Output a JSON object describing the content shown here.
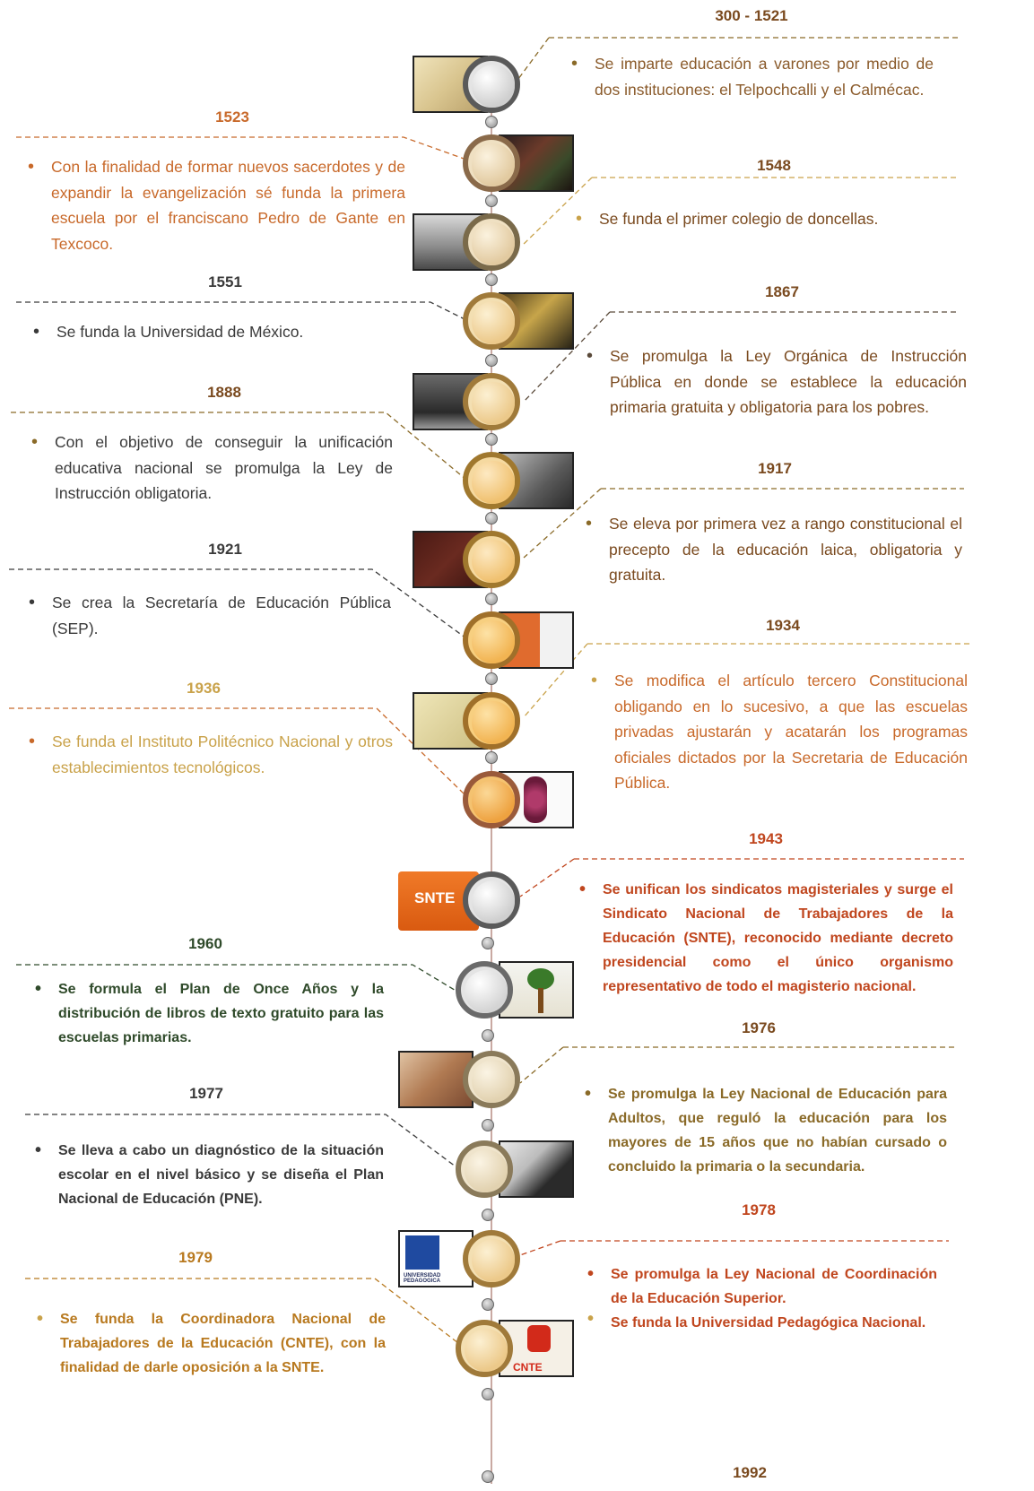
{
  "colors": {
    "brown": "#7a4a1f",
    "orange": "#c8692a",
    "dark": "#3a3a3a",
    "gold": "#c9a24a",
    "olive": "#8a6a28",
    "green": "#2f4a2a",
    "red_orange": "#c0461e",
    "amber": "#b8791f"
  },
  "timeline": [
    {
      "year": "300 - 1521",
      "text": "Se imparte educación a varones por medio de dos instituciones: el Telpochcalli y el Calmécac.",
      "color": "#7a4a1f",
      "image": "codex-illustration"
    },
    {
      "year": "1523",
      "text": "Con la finalidad de formar nuevos sacerdotes y de expandir la evangelización sé funda la primera escuela por el franciscano Pedro de Gante en Texcoco.",
      "color": "#c8692a",
      "image": "friar-painting"
    },
    {
      "year": "1548",
      "text": "Se funda el primer colegio de doncellas.",
      "color": "#7a4a1f",
      "image": "colonial-building-photo"
    },
    {
      "year": "1551",
      "text": "Se funda la Universidad de México.",
      "color": "#3a3a3a",
      "image": "university-building-photo"
    },
    {
      "year": "1867",
      "text": "Se promulga la Ley Orgánica de Instrucción Pública en donde se establece la educación primaria gratuita y obligatoria para los pobres.",
      "color": "#7a4a1f",
      "image": "class-group-photo"
    },
    {
      "year": "1888",
      "text": "Con el objetivo de conseguir la unificación educativa nacional se promulga la Ley de Instrucción obligatoria.",
      "color": "#3a3a3a",
      "image": "classroom-photo"
    },
    {
      "year": "1917",
      "text": "Se eleva por primera vez a rango constitucional el precepto de la educación laica, obligatoria y gratuita.",
      "color": "#7a4a1f",
      "image": "constitution-book"
    },
    {
      "year": "1921",
      "text": "Se crea la Secretaría de Educación Pública (SEP).",
      "color": "#3a3a3a",
      "image": "sep-logo"
    },
    {
      "year": "1934",
      "text": "Se modifica el artículo tercero Constitucional obligando en lo sucesivo, a que las escuelas privadas ajustarán y acatarán los programas oficiales dictados por la Secretaria de Educación Pública.",
      "color": "#c8692a",
      "image": "parchment-document"
    },
    {
      "year": "1936",
      "text": "Se funda el Instituto Politécnico Nacional y otros establecimientos tecnológicos.",
      "color": "#c9a24a",
      "image": "ipn-logo"
    },
    {
      "year": "1943",
      "text": "Se unifican los sindicatos magisteriales y surge el Sindicato Nacional de Trabajadores de la Educación (SNTE), reconocido mediante decreto presidencial como el único organismo representativo de todo el magisterio nacional.",
      "color": "#c0461e",
      "image": "snte-logo",
      "logo_text": "SNTE"
    },
    {
      "year": "1960",
      "text": "Se formula el Plan de Once Años y la distribución de libros de texto gratuito para las escuelas primarias.",
      "color": "#2f4a2a",
      "image": "textbook-cover"
    },
    {
      "year": "1976",
      "text": "Se promulga la Ley Nacional de Educación para Adultos, que reguló la educación para los mayores de 15 años que no habían cursado o concluido la primaria o la secundaria.",
      "color": "#8a6a28",
      "image": "adult-learners-photo"
    },
    {
      "year": "1977",
      "text": "Se lleva a cabo un diagnóstico de la situación escolar en el nivel básico y se diseña el Plan Nacional de Educación (PNE).",
      "color": "#3a3a3a",
      "image": "official-portrait"
    },
    {
      "year": "1978",
      "text": "Se promulga la Ley Nacional de Coordinación de la Educación Superior.",
      "color": "#c0461e",
      "image": "upn-logo",
      "logo_text": "UNIVERSIDAD PEDAGOGICA",
      "extra_text": "Se funda la Universidad Pedagógica Nacional."
    },
    {
      "year": "1979",
      "text": "Se funda la Coordinadora Nacional de Trabajadores de la Educación (CNTE), con la finalidad de darle oposición a la SNTE.",
      "color": "#b8791f",
      "image": "cnte-logo",
      "logo_text": "CNTE"
    },
    {
      "year": "1992",
      "text": "",
      "color": "#7a4a1f",
      "image": ""
    }
  ]
}
